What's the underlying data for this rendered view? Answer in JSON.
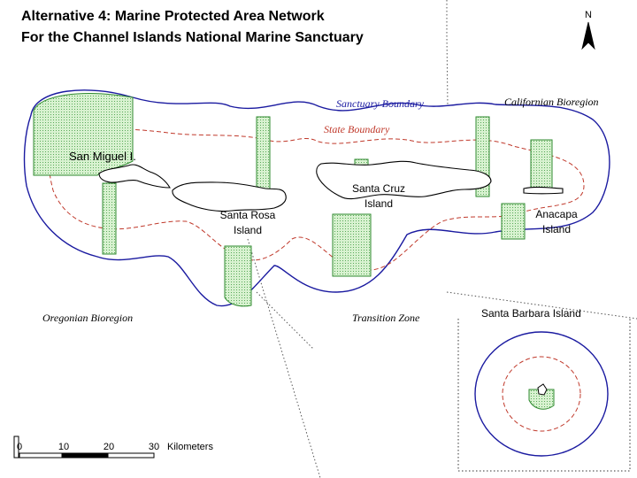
{
  "title": {
    "line1": "Alternative 4: Marine Protected Area Network",
    "line2": "For the Channel Islands National Marine Sanctuary"
  },
  "north_arrow": {
    "label": "N"
  },
  "legend_labels": {
    "sanctuary_boundary": "Sanctuary Boundary",
    "state_boundary": "State Boundary"
  },
  "bioregions": {
    "californian": "Californian Bioregion",
    "oregonian": "Oregonian Bioregion",
    "transition": "Transition Zone"
  },
  "islands": {
    "san_miguel": "San Miguel I.",
    "santa_rosa": [
      "Santa Rosa",
      "Island"
    ],
    "santa_cruz": [
      "Santa Cruz",
      "Island"
    ],
    "anacapa": [
      "Anacapa",
      "Island"
    ],
    "santa_barbara": "Santa Barbara Island"
  },
  "scale_bar": {
    "ticks": [
      "0",
      "10",
      "20",
      "30"
    ],
    "unit": "Kilometers"
  },
  "colors": {
    "mpa_fill": "#c8ecc0",
    "mpa_stroke": "#2f8a2f",
    "sanctuary_line": "#1a1aa0",
    "state_line": "#c0392b",
    "bioregion_line": "#555555"
  }
}
